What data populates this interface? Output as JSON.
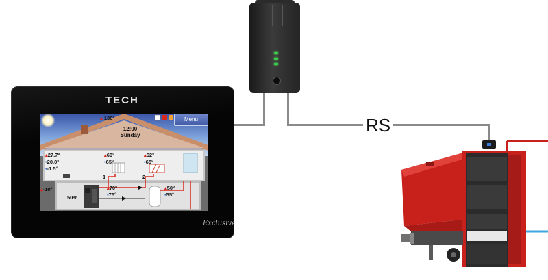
{
  "panel": {
    "brand": "TECH",
    "edition": "Exclusive"
  },
  "screen": {
    "clock_time": "12:00",
    "clock_day": "Sunday",
    "menu_label": "Menu",
    "roof_temp": "130°",
    "room_temp": "27.7°",
    "room_set": "20.0°",
    "room_outside_small": "-1.5°",
    "outdoor_temp": "-10°",
    "radiator_temp": "60°",
    "radiator_set": "65°",
    "floor_temp": "62°",
    "floor_set": "65°",
    "pump_1": "1",
    "pump_2": "2",
    "fuel_level": "50%",
    "boiler_temp": "70°",
    "boiler_set": "75°",
    "dhw_temp": "50°",
    "dhw_set": "55°"
  },
  "connection": {
    "label": "RS"
  },
  "colors": {
    "boiler_red": "#c8201b",
    "wire_grey": "#8a8a8a",
    "led_green": "#39d14a"
  }
}
